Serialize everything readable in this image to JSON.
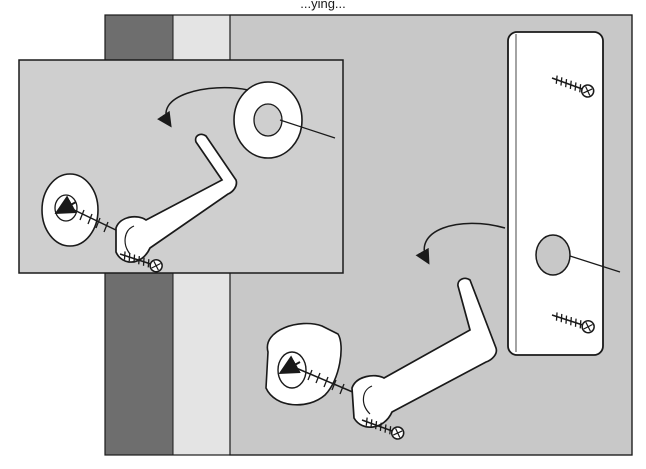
{
  "figure": {
    "header_text": "...ying..."
  },
  "colors": {
    "door_face": "#c8c8c8",
    "door_edge_dark": "#6e6e6e",
    "door_edge_light": "#e4e4e4",
    "part_fill": "#ffffff",
    "line": "#1a1a1a",
    "inset_bg": "#cfcfcf"
  },
  "icons": [
    "lever-handle",
    "rose-trim",
    "escutcheon-plate",
    "screw",
    "arrow"
  ]
}
